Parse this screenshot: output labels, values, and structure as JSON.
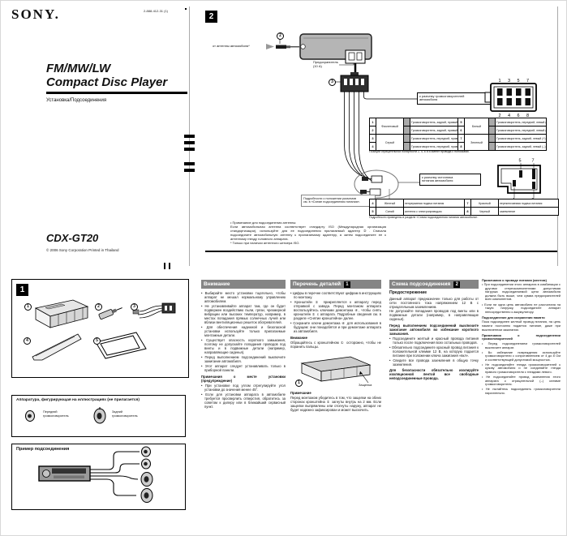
{
  "page": {
    "brand": "SONY.",
    "doc_number": "2-888-412-31 (1)",
    "title_line1": "FM/MW/LW",
    "title_line2": "Compact Disc Player",
    "subtitle": "Установка/Подсоединения",
    "model": "CDX-GT20",
    "copyright": "© 2006 Sony Corporation   Printed in Thailand"
  },
  "section1": {
    "num": "1",
    "callouts": [
      "1",
      "2",
      "3",
      "4",
      "5"
    ]
  },
  "section2": {
    "num": "2",
    "antenna_label": "от антенны автомобиля*",
    "antenna_callout": "2",
    "harness_callout": "3",
    "fuse_label": "Предохранитель\n(10 A)",
    "speaker_box_label": "к разъему громкоговорителей\nавтомобиля",
    "power_box_label": "к разъему источника\nпитания автомобиля",
    "detail_box_label": "Подробности о положении разъемов\nсм. в «Схеме подсоединения питания».",
    "spk_pins_top": [
      "1",
      "3",
      "5",
      "7"
    ],
    "spk_pins_bottom": [
      "2",
      "4",
      "6",
      "8"
    ],
    "pwr_pins_top": [
      "5",
      "7"
    ],
    "pwr_pins_bottom": [
      "4",
      "8"
    ],
    "speaker_table": [
      {
        "n1": "1",
        "c1": "Фиолетовый",
        "f1": "Громкоговоритель, задний, правый (+)",
        "n2": "5",
        "c2": "Белый",
        "f2": "Громкоговоритель, передний, левый (+)"
      },
      {
        "n1": "2",
        "f1": "Громкоговоритель, задний, правый (–)",
        "n2": "6",
        "f2": "Громкоговоритель, передний, левый (–)"
      },
      {
        "n1": "3",
        "c1": "Серый",
        "f1": "Громкоговоритель, передний, правый (+)",
        "n2": "7",
        "c2": "Зеленый",
        "f2": "Громкоговоритель, задний, левый (+)"
      },
      {
        "n1": "4",
        "f1": "Громкоговоритель, передний, правый (–)",
        "n2": "8",
        "f2": "Громкоговоритель, задний, левый (–)"
      }
    ],
    "speaker_table_note": "Позиции отрицательной полярности 2, 4, 6 и 8 имеют провода с полосками.",
    "power_table": [
      {
        "n1": "4",
        "c1": "Желтый",
        "f1": "непрерывная подача питания",
        "n2": "7",
        "c2": "Красный",
        "f2": "переключаемая подача питания"
      },
      {
        "n1": "5",
        "c1": "Синий",
        "f1": "антенна с электроприводом",
        "n2": "8",
        "c2": "Черный",
        "f2": "заземление"
      }
    ],
    "power_table_note": "Подробности приведены в разделе «Схема подсоединения питания автомобиля».",
    "note": "• Примечание для подсоединения антенны:\nЕсли автомобильная антенна соответствует стандарту ISO (Международная организация стандартизации), используйте для ее подсоединения прилагаемый адаптер ②. Сначала подсоедините автомобильную антенну к прилагаемому адаптеру, а затем подсоедините ее к антенному гнезду головного аппарата.\n* Только при наличии антенного штекера ISO."
  },
  "equipment": {
    "title": "Аппаратура, фигурирующая на иллюстрациях (не прилагается)",
    "front_label": "Передний\nгромкоговоритель",
    "rear_label": "Задний\nгромкоговоритель"
  },
  "example": {
    "title": "Пример подсоединения"
  },
  "colA": {
    "title": "Внимание",
    "bullets": [
      "Выбирайте место установки тщательно, чтобы аппарат не мешал нормальному управлению автомобилем.",
      "Не устанавливайте аппарат там, где он будет подвержен воздействию пыли, грязи, чрезмерной вибрации или высоких температур, например, в местах попадания прямых солнечных лучей или вблизи вентиляционных решеток обогревателей.",
      "Для обеспечения надежной и безопасной установки используйте только прилагаемые монтажные детали.",
      "Существует опасность короткого замыкания, поэтому не допускайте попадания проводов под винты и в подвижные детали (например, направляющие сиденья).",
      "Перед выполнением подсоединений выключите зажигание автомобиля.",
      "Этот аппарат следует устанавливать только в приборной панели."
    ],
    "subhead": "Примечания о месте установки (предупреждение)",
    "sub_bullets": [
      "При установке под углом отрегулируйте угол установки до значения менее 45°.",
      "Если для установки аппарата в автомобиле требуется просверлить отверстия, обратитесь за советом к дилеру или в ближайший сервисный пункт."
    ]
  },
  "colB": {
    "title": "Перечень деталей",
    "num": "1",
    "bullets": [
      "Цифры в перечне соответствуют цифрам в инструкциях по монтажу.",
      "Кронштейн ① прикрепляется к аппарату перед отправкой с завода. Перед монтажом аппарата воспользуйтесь ключами демонтажа ④, чтобы снять кронштейн ① с аппарата. Подробные сведения см. в разделе «Снятие кронштейна» далее.",
      "Сохраните ключи демонтажа ④ для использования в будущем: они понадобятся и при демонтаже аппарата из автомобиля."
    ],
    "caution_head": "Внимание",
    "caution": "Обращайтесь с кронштейном ① осторожно, чтобы не поранить пальцы.",
    "bracket_callout": "1",
    "catch_label": "Защелка",
    "note_head": "Примечание",
    "note": "Перед монтажом убедитесь в том, что защелки на обеих сторонах кронштейна ① загнуты внутрь на 2 мм. Если защелки выпрямлены или отогнуты наружу, аппарат не будет надежно зафиксирован и может выскочить."
  },
  "colC": {
    "title": "Схема подсоединения",
    "num": "2",
    "warn_head": "Предостережение",
    "para": "Данный аппарат предназначен только для работы от сети постоянного тока напряжением 12 В с отрицательным заземлением.\nНе допускайте попадания проводов под винты или в подвижные детали (например, в направляющие сиденья).",
    "lead": "Перед выполнением подсоединений выключите зажигание автомобиля во избежание короткого замыкания.",
    "bullets": [
      "Подсоедините желтый и красный провода питания только после подключения всех остальных проводов.",
      "Обязательно подсоедините красный провод питания к положительной клемме 12 В, на которую подается питание при положении ключа зажигания «вкл».",
      "Сведите все провода заземления в общую точку заземления."
    ],
    "bold_note": "Для безопасности обязательно изолируйте изоляционной лентой все свободные неподсоединенные провода."
  },
  "colD": {
    "head1": "Примечания о проводе питания (желтом)",
    "b1": "При подсоединении этого аппарата в комбинации с другими стереокомпонентами допустимая нагрузка подсоединяемой цепи автомобиля должна быть выше, чем сумма предохранителей всех компонентов.",
    "b2": "Если ни одна цепь автомобиля не рассчитана на такую нагрузку, подсоедините аппарат непосредственно к аккумулятору.",
    "head2": "Подсоединение для сохранения памяти",
    "p1": "Пока подсоединен желтый провод питания, на цепь памяти постоянно подается питание, даже при выключенном зажигании.",
    "head3": "Примечания о подсоединении громкоговорителей",
    "b3": "Перед подсоединением громкоговорителей выключите аппарат.",
    "b4": "Во избежание повреждения используйте громкоговорители с сопротивлением от 4 до 8 Ом и соответствующей допустимой мощностью.",
    "b5": "Не подсоединяйте гнезда громкоговорителей к кузову автомобиля и не соединяйте гнезда правого громкоговорителя с гнездами левого.",
    "b6": "Не подсоединяйте провод заземления этого аппарата к отрицательной (–) клемме громкоговорителя.",
    "b7": "Не пытайтесь подсоединять громкоговорители параллельно."
  }
}
